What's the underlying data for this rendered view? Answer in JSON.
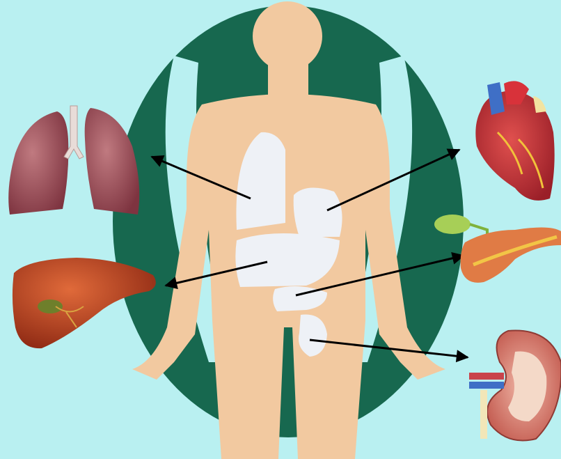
{
  "diagram": {
    "organs": [
      {
        "id": "lungs",
        "icon": "lungs-icon"
      },
      {
        "id": "heart",
        "icon": "heart-icon"
      },
      {
        "id": "liver",
        "icon": "liver-icon"
      },
      {
        "id": "pancreas",
        "icon": "pancreas-icon"
      },
      {
        "id": "kidney",
        "icon": "kidney-icon"
      }
    ],
    "arrows": [
      {
        "from": "lungs-in-body",
        "to": "lungs"
      },
      {
        "from": "heart-in-body",
        "to": "heart"
      },
      {
        "from": "liver-in-body",
        "to": "liver"
      },
      {
        "from": "pancreas-in-body",
        "to": "pancreas"
      },
      {
        "from": "kidney-in-body",
        "to": "kidney"
      }
    ],
    "colors": {
      "background": "#b9f0f1",
      "ring": "#17684f",
      "skin": "#f2c9a0",
      "organ_silhouette": "#eef1f6",
      "arrow": "#000000",
      "lungs": "#9a4752",
      "heart": "#c7323a",
      "liver": "#b8401f",
      "pancreas": "#e07b45",
      "kidney": "#c86a5f"
    }
  }
}
